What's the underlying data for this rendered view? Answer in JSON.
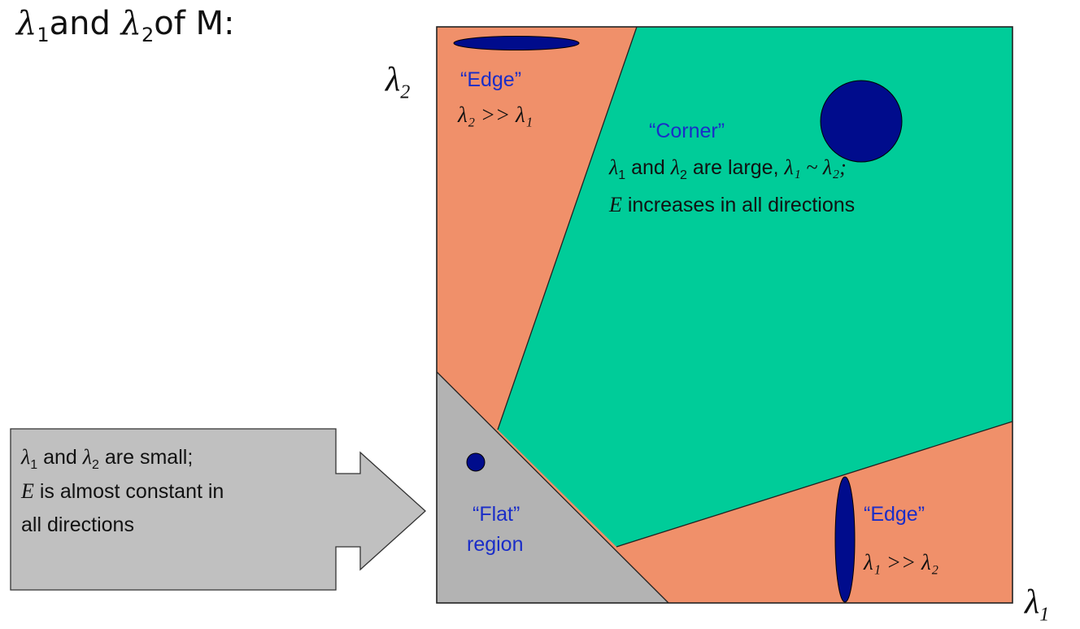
{
  "header": {
    "lambda": "λ",
    "sub1": "1",
    "sub2": "2",
    "and_text": "and ",
    "of_text": "of M:"
  },
  "axes": {
    "x_symbol": "λ",
    "x_sub": "1",
    "y_symbol": "λ",
    "y_sub": "2"
  },
  "regions": {
    "edge_top": {
      "title": "“Edge”",
      "relation": "λ₂ >> λ₁"
    },
    "corner": {
      "title": "“Corner”",
      "line1_lambda1": "λ",
      "line1_sub1": "1",
      "line1_and": " and ",
      "line1_lambda2": "λ",
      "line1_sub2": "2",
      "line1_rest": " are large,  ",
      "line1_sim": "λ₁ ~ λ₂;",
      "line2_E": "E",
      "line2_rest": " increases in all directions"
    },
    "flat": {
      "title_line1": "“Flat”",
      "title_line2": "region"
    },
    "edge_bottom": {
      "title": "“Edge”",
      "relation": "λ₁ >> λ₂"
    }
  },
  "callout": {
    "l1_lambda1": "λ",
    "l1_sub1": "1",
    "l1_and": " and ",
    "l1_lambda2": "λ",
    "l1_sub2": "2",
    "l1_rest": " are small;",
    "l2_E": "E",
    "l2_rest": " is almost constant in",
    "l3": "all directions"
  },
  "colors": {
    "edge_region": "#f0906a",
    "corner_region": "#00cc99",
    "flat_region": "#b3b3b3",
    "ellipse_fill": "#000c8c",
    "label_blue": "#1a2dc8",
    "callout_fill": "#c0c0c0"
  }
}
